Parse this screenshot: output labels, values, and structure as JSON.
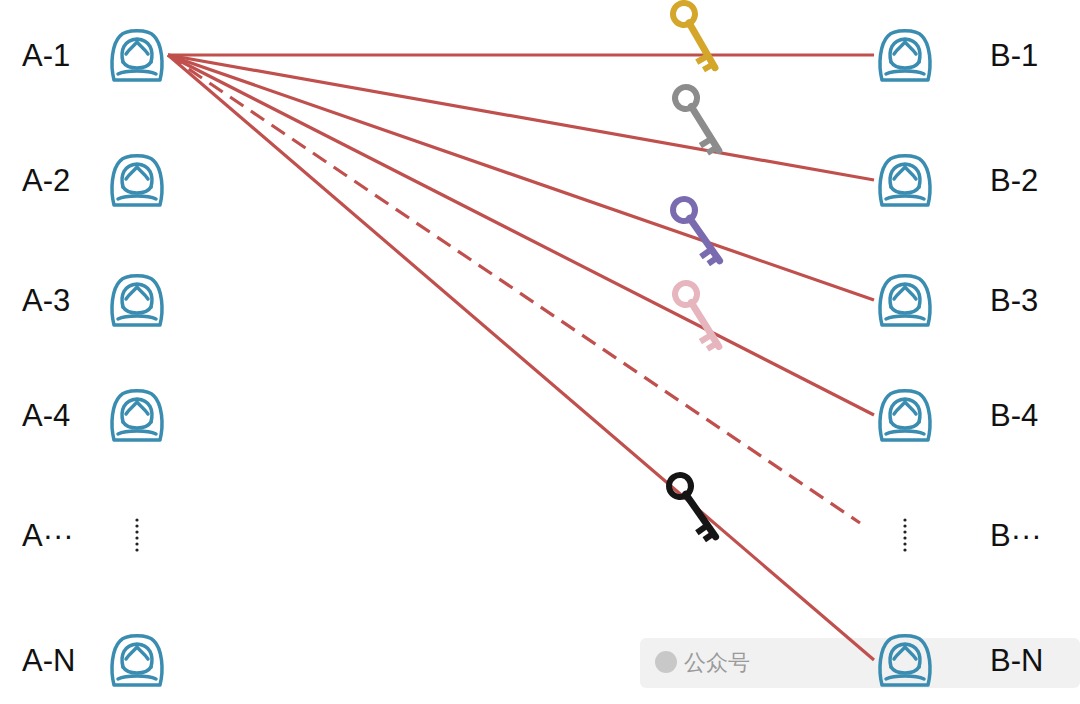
{
  "diagram": {
    "nodes": [
      {
        "text": [
          "A-1"
        ]
      },
      {
        "text": [
          "A-2"
        ]
      },
      {
        "text": [
          "A-3"
        ]
      },
      {
        "text": [
          "A-4"
        ]
      },
      {
        "text": [
          "A···"
        ]
      },
      {
        "text": [
          "A-N"
        ]
      },
      {
        "text": [
          "B-1"
        ]
      },
      {
        "text": [
          "B-2"
        ]
      },
      {
        "text": [
          "B-3"
        ]
      },
      {
        "text": [
          "B-4"
        ]
      },
      {
        "text": [
          "B···"
        ]
      },
      {
        "text": [
          "B-N"
        ]
      }
    ],
    "edges": [
      {
        "from": 0,
        "to": 6,
        "arrow": "none"
      },
      {
        "from": 0,
        "to": 7,
        "arrow": "none"
      },
      {
        "from": 0,
        "to": 8,
        "arrow": "none"
      },
      {
        "from": 0,
        "to": 9,
        "arrow": "none"
      },
      {
        "from": 0,
        "to": 10,
        "arrow": "none"
      },
      {
        "from": 0,
        "to": 11,
        "arrow": "none"
      }
    ],
    "labels": [
      "公众号"
    ]
  }
}
